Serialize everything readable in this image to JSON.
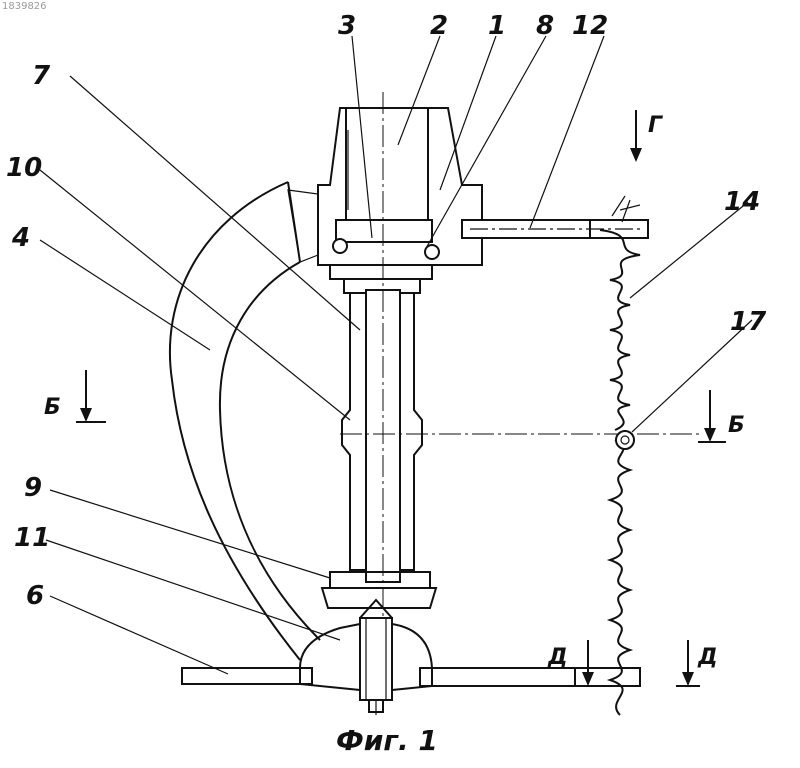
{
  "doc_id": "1839826",
  "figure_caption": "Фиг. 1",
  "labels": {
    "l1": "1",
    "l2": "2",
    "l3": "3",
    "l4": "4",
    "l6": "6",
    "l7": "7",
    "l8": "8",
    "l9": "9",
    "l10": "10",
    "l11": "11",
    "l12": "12",
    "l14": "14",
    "l17": "17"
  },
  "section_marks": {
    "b_left": "Б",
    "b_right": "Б",
    "g_top": "Г",
    "d_left": "Д",
    "d_right": "Д"
  }
}
